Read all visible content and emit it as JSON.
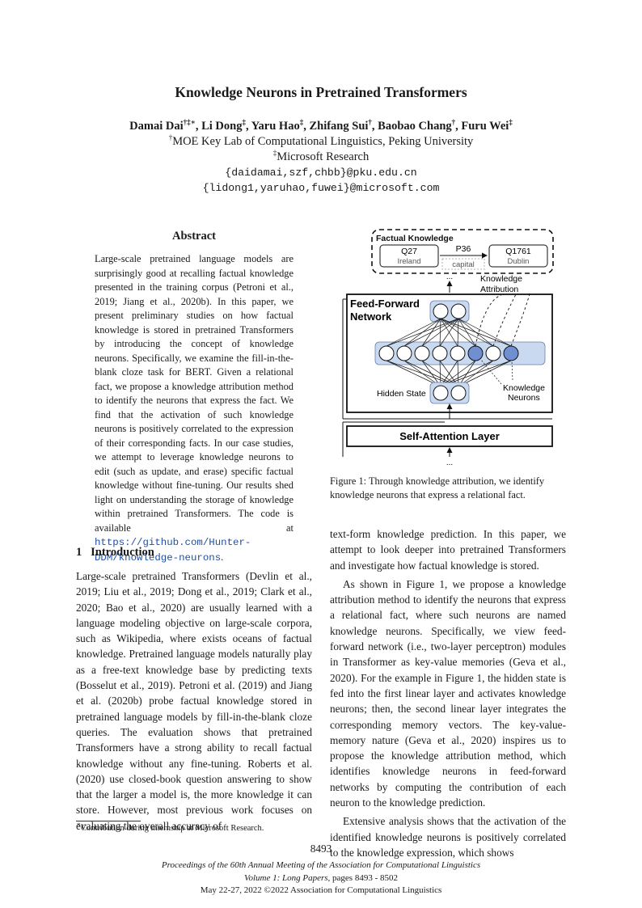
{
  "title": "Knowledge Neurons in Pretrained Transformers",
  "authors": [
    {
      "name": "Damai Dai",
      "marks": "†‡∗"
    },
    {
      "name": "Li Dong",
      "marks": "‡"
    },
    {
      "name": "Yaru Hao",
      "marks": "‡"
    },
    {
      "name": "Zhifang Sui",
      "marks": "†"
    },
    {
      "name": "Baobao Chang",
      "marks": "†"
    },
    {
      "name": "Furu Wei",
      "marks": "‡"
    }
  ],
  "affiliations": [
    {
      "mark": "†",
      "text": "MOE Key Lab of Computational Linguistics, Peking University"
    },
    {
      "mark": "‡",
      "text": "Microsoft Research"
    }
  ],
  "emails": [
    "{daidamai,szf,chbb}@pku.edu.cn",
    "{lidong1,yaruhao,fuwei}@microsoft.com"
  ],
  "abstract": {
    "heading": "Abstract",
    "text": "Large-scale pretrained language models are surprisingly good at recalling factual knowledge presented in the training corpus (Petroni et al., 2019; Jiang et al., 2020b). In this paper, we present preliminary studies on how factual knowledge is stored in pretrained Transformers by introducing the concept of knowledge neurons. Specifically, we examine the fill-in-the-blank cloze task for BERT. Given a relational fact, we propose a knowledge attribution method to identify the neurons that express the fact. We find that the activation of such knowledge neurons is positively correlated to the expression of their corresponding facts. In our case studies, we attempt to leverage knowledge neurons to edit (such as update, and erase) specific factual knowledge without fine-tuning. Our results shed light on understanding the storage of knowledge within pretrained Transformers. The code is available at",
    "code_url": "https://github.com/Hunter-DDM/knowledge-neurons",
    "end": "."
  },
  "intro": {
    "number": "1",
    "heading": "Introduction",
    "text": "Large-scale pretrained Transformers (Devlin et al., 2019; Liu et al., 2019; Dong et al., 2019; Clark et al., 2020; Bao et al., 2020) are usually learned with a language modeling objective on large-scale corpora, such as Wikipedia, where exists oceans of factual knowledge. Pretrained language models naturally play as a free-text knowledge base by predicting texts (Bosselut et al., 2019). Petroni et al. (2019) and Jiang et al. (2020b) probe factual knowledge stored in pretrained language models by fill-in-the-blank cloze queries. The evaluation shows that pretrained Transformers have a strong ability to recall factual knowledge without any fine-tuning. Roberts et al. (2020) use closed-book question answering to show that the larger a model is, the more knowledge it can store. However, most previous work focuses on evaluating the overall accuracy of"
  },
  "footnote": {
    "mark": "∗",
    "text": "Contribution during internship at Microsoft Research."
  },
  "figure": {
    "caption": "Figure 1: Through knowledge attribution, we identify knowledge neurons that express a relational fact.",
    "factual_knowledge_label": "Factual Knowledge",
    "head_id": "Q27",
    "head_name": "Ireland",
    "relation_id": "P36",
    "relation_name": "capital",
    "tail_id": "Q1761",
    "tail_name": "Dublin",
    "ffn_label_line1": "Feed-Forward",
    "ffn_label_line2": "Network",
    "attribution_line1": "Knowledge",
    "attribution_line2": "Attribution",
    "hidden_state_label": "Hidden State",
    "neurons_line1": "Knowledge",
    "neurons_line2": "Neurons",
    "self_attention_label": "Self-Attention Layer",
    "ellipsis": "...",
    "colors": {
      "knowledge_neuron": "#6f8fd0",
      "panel": "#c9d9ef",
      "node": "#ffffff"
    }
  },
  "right_col": {
    "para1": "text-form knowledge prediction. In this paper, we attempt to look deeper into pretrained Transformers and investigate how factual knowledge is stored.",
    "para2": "As shown in Figure 1, we propose a knowledge attribution method to identify the neurons that express a relational fact, where such neurons are named knowledge neurons. Specifically, we view feed-forward network (i.e., two-layer perceptron) modules in Transformer as key-value memories (Geva et al., 2020). For the example in Figure 1, the hidden state is fed into the first linear layer and activates knowledge neurons; then, the second linear layer integrates the corresponding memory vectors. The key-value-memory nature (Geva et al., 2020) inspires us to propose the knowledge attribution method, which identifies knowledge neurons in feed-forward networks by computing the contribution of each neuron to the knowledge prediction.",
    "para3": "Extensive analysis shows that the activation of the identified knowledge neurons is positively correlated to the knowledge expression, which shows"
  },
  "page_number": "8493",
  "proceedings": {
    "line1": "Proceedings of the 60th Annual Meeting of the Association for Computational Linguistics",
    "line2_italic": "Volume 1: Long Papers",
    "line2_rest": ", pages 8493 - 8502",
    "line3": "May 22-27, 2022 ©2022 Association for Computational Linguistics"
  }
}
